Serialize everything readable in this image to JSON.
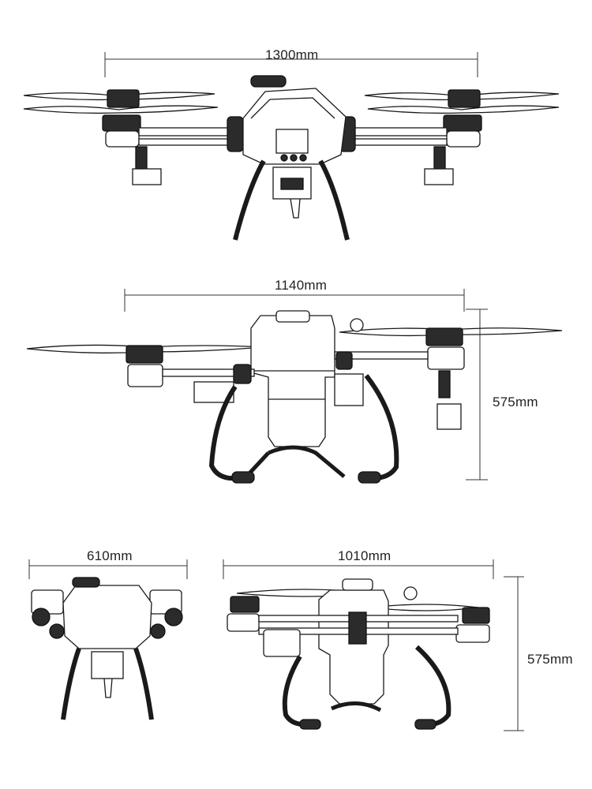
{
  "dimensions": {
    "top_width": "1300mm",
    "side_width": "1140mm",
    "side_height": "575mm",
    "folded_front_width": "610mm",
    "folded_side_width": "1010mm",
    "folded_side_height": "575mm"
  },
  "colors": {
    "line": "#1a1a1a",
    "dark_part": "#2b2b2b",
    "background": "#ffffff"
  }
}
